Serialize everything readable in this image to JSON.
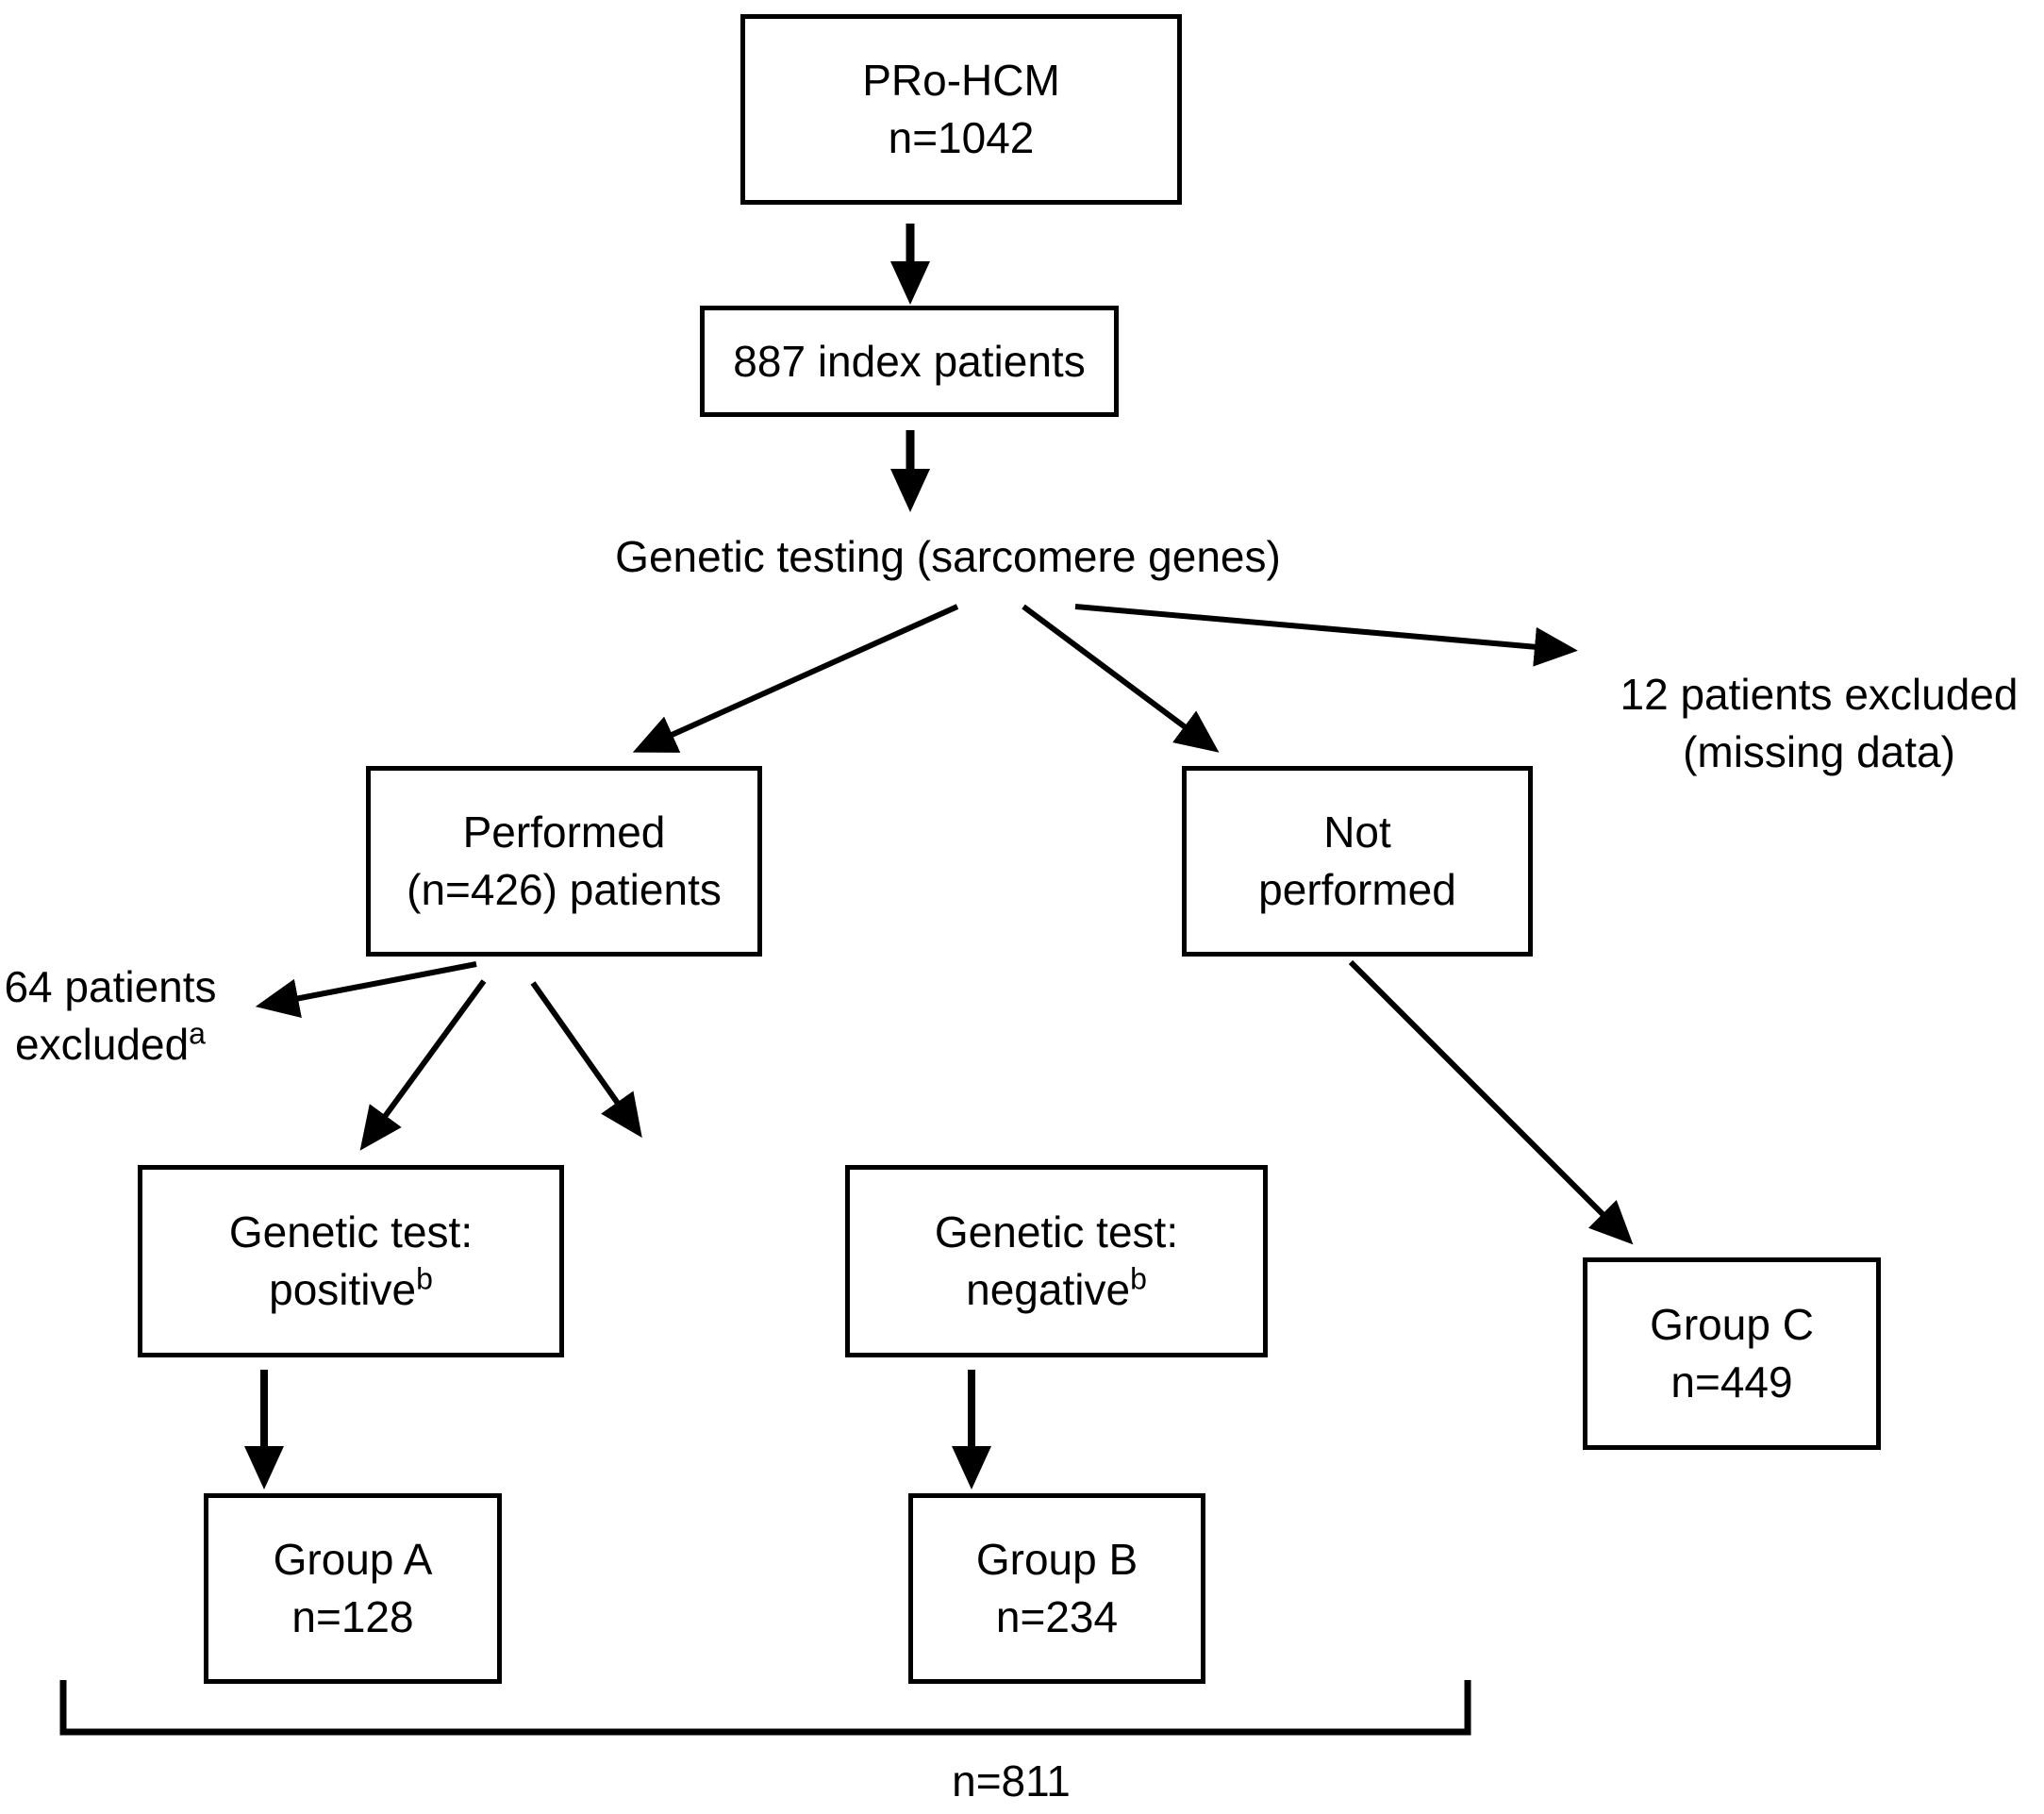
{
  "nodes": {
    "prohcm": {
      "line1": "PRo-HCM",
      "line2": "n=1042"
    },
    "index_patients": {
      "line1": "887 index patients"
    },
    "genetic_testing": {
      "label": "Genetic testing (sarcomere genes)"
    },
    "excluded_missing": {
      "line1": "12 patients excluded",
      "line2": "(missing data)"
    },
    "performed": {
      "line1": "Performed",
      "line2": "(n=426) patients"
    },
    "not_performed": {
      "line1": "Not",
      "line2": "performed"
    },
    "excluded_64": {
      "line1": "64 patients",
      "line2": "excluded",
      "sup": "a"
    },
    "test_positive": {
      "line1": "Genetic test:",
      "line2": "positive",
      "sup": "b"
    },
    "test_negative": {
      "line1": "Genetic test:",
      "line2": "negative",
      "sup": "b"
    },
    "group_a": {
      "line1": "Group A",
      "line2": "n=128"
    },
    "group_b": {
      "line1": "Group B",
      "line2": "n=234"
    },
    "group_c": {
      "line1": "Group C",
      "line2": "n=449"
    },
    "total": {
      "label": "n=811"
    }
  },
  "edges": [
    {
      "from": "prohcm",
      "to": "index_patients"
    },
    {
      "from": "index_patients",
      "to": "genetic_testing"
    },
    {
      "from": "genetic_testing",
      "to": "excluded_missing"
    },
    {
      "from": "genetic_testing",
      "to": "performed"
    },
    {
      "from": "genetic_testing",
      "to": "not_performed"
    },
    {
      "from": "performed",
      "to": "excluded_64"
    },
    {
      "from": "performed",
      "to": "test_positive"
    },
    {
      "from": "performed",
      "to": "test_negative"
    },
    {
      "from": "not_performed",
      "to": "group_c"
    },
    {
      "from": "test_positive",
      "to": "group_a"
    },
    {
      "from": "test_negative",
      "to": "group_b"
    }
  ],
  "colors": {
    "line": "#000000",
    "background": "#ffffff",
    "text": "#000000"
  }
}
